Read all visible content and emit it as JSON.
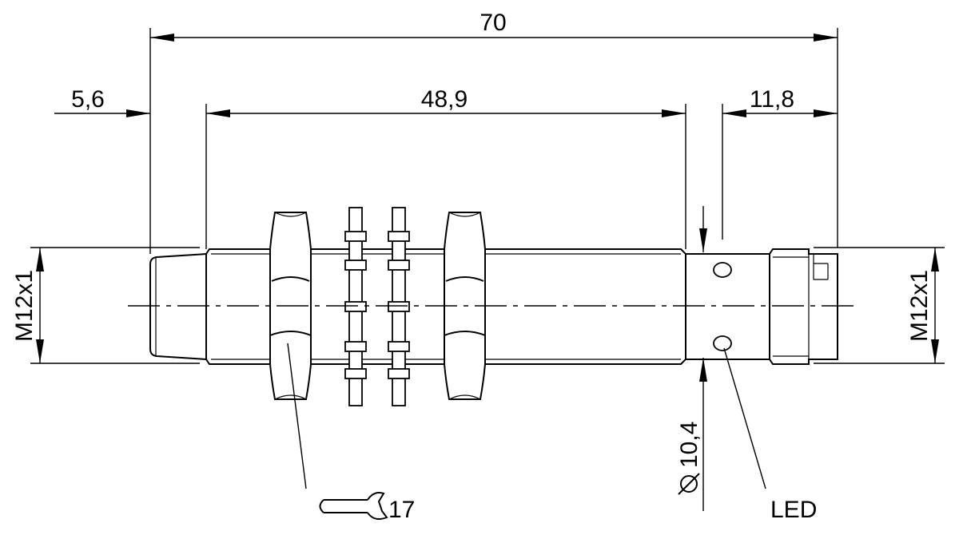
{
  "dimensions": {
    "overall_length": "70",
    "front_offset": "5,6",
    "thread_length": "48,9",
    "connector_length": "11,8",
    "thread_left": "M12x1",
    "thread_right": "M12x1",
    "diameter": "10,4"
  },
  "callouts": {
    "wrench_size": "17",
    "led": "LED"
  },
  "colors": {
    "line": "#000000",
    "background": "#ffffff"
  },
  "icons": {
    "diameter_symbol": "diameter-icon",
    "wrench": "wrench-icon"
  }
}
